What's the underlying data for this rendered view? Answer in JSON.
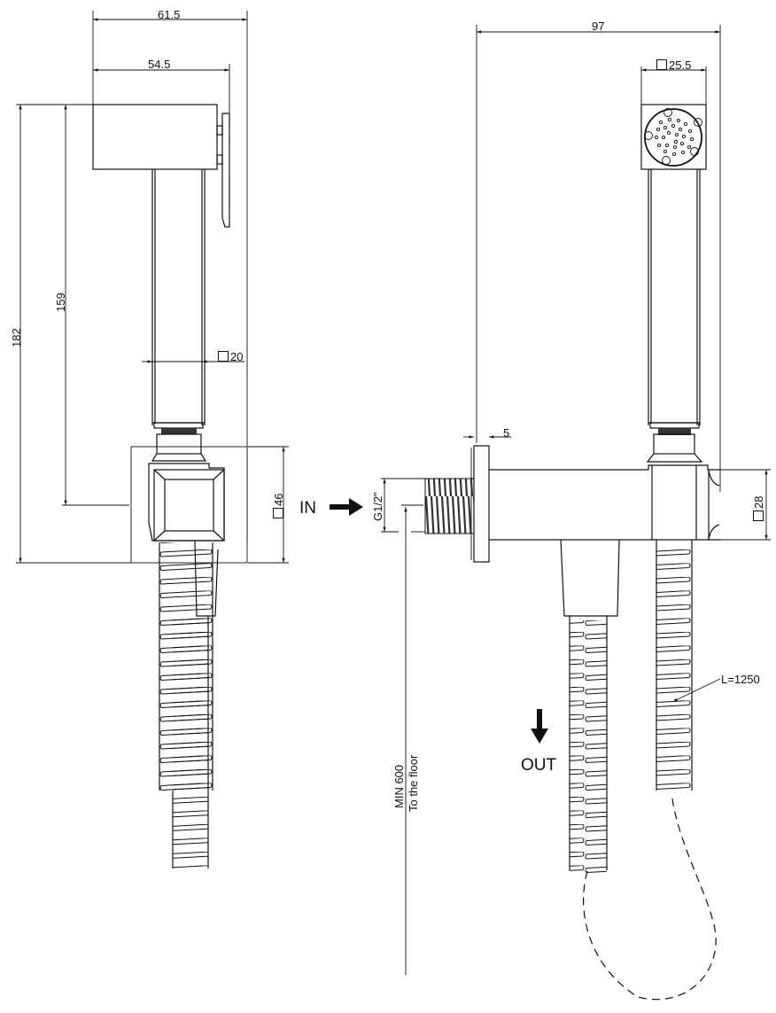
{
  "drawing": {
    "side_view": {
      "dims": {
        "overall_width": "61.5",
        "head_width": "54.5",
        "overall_height": "182",
        "handle_to_axis": "159",
        "handle_section": "20",
        "bracket_section": "46"
      }
    },
    "front_view": {
      "dims": {
        "overall_depth": "97",
        "head_section": "25.5",
        "flange_thickness": "5",
        "thread": "G1/2\"",
        "body_section": "28",
        "hose_length": "L=1250",
        "floor_height": "MIN 600",
        "floor_note": "To the floor"
      },
      "labels": {
        "inlet": "IN",
        "outlet": "OUT"
      },
      "spray_face": {
        "shape": "round",
        "nozzle_rings": 3
      }
    },
    "colors": {
      "line": "#111111",
      "background": "#ffffff"
    }
  }
}
